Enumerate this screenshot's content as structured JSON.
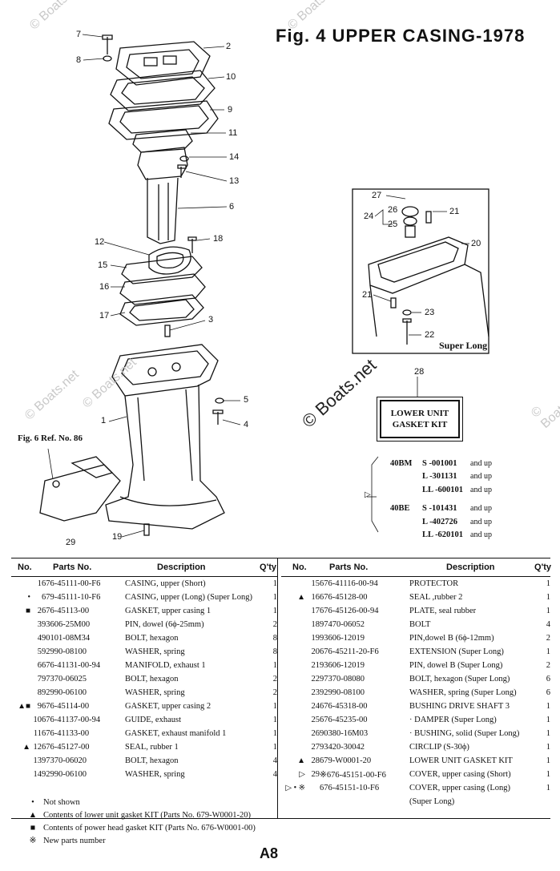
{
  "title": "Fig. 4 UPPER CASING-1978",
  "watermark": "© Boats.net",
  "diagram": {
    "callouts": [
      "7",
      "8",
      "2",
      "10",
      "9",
      "11",
      "14",
      "13",
      "6",
      "18",
      "12",
      "15",
      "16",
      "17",
      "3",
      "1",
      "5",
      "4",
      "19",
      "29",
      "27",
      "26",
      "24",
      "25",
      "21",
      "20",
      "21",
      "23",
      "22",
      "28"
    ],
    "fig6_ref": "Fig. 6 Ref. No. 86",
    "super_long_label": "Super Long",
    "gasket_kit_number": "28",
    "gasket_kit_line1": "LOWER UNIT",
    "gasket_kit_line2": "GASKET KIT",
    "serials": [
      {
        "model": "40BM",
        "code": "S",
        "serial": "-001001",
        "tail": "and up"
      },
      {
        "model": "",
        "code": "L",
        "serial": "-301131",
        "tail": "and up"
      },
      {
        "model": "",
        "code": "LL",
        "serial": "-600101",
        "tail": "and up"
      },
      {
        "model": "40BE",
        "code": "S",
        "serial": "-101431",
        "tail": "and up"
      },
      {
        "model": "",
        "code": "L",
        "serial": "-402726",
        "tail": "and up"
      },
      {
        "model": "",
        "code": "LL",
        "serial": "-620101",
        "tail": "and up"
      }
    ]
  },
  "table": {
    "headers": {
      "no": "No.",
      "parts_no": "Parts No.",
      "description": "Description",
      "qty": "Q'ty"
    },
    "left_rows": [
      {
        "mark": "",
        "no": "1",
        "part": "676-45111-00-F6",
        "desc": "CASING, upper (Short)",
        "qty": "1"
      },
      {
        "mark": "•",
        "no": "",
        "part": "679-45111-10-F6",
        "desc": "CASING, upper (Long) (Super Long)",
        "qty": "1"
      },
      {
        "mark": "■",
        "no": "2",
        "part": "676-45113-00",
        "desc": "GASKET, upper casing 1",
        "qty": "1"
      },
      {
        "mark": "",
        "no": "3",
        "part": "93606-25M00",
        "desc": "PIN, dowel (6ϕ-25mm)",
        "qty": "2"
      },
      {
        "mark": "",
        "no": "4",
        "part": "90101-08M34",
        "desc": "BOLT, hexagon",
        "qty": "8"
      },
      {
        "mark": "",
        "no": "5",
        "part": "92990-08100",
        "desc": "WASHER, spring",
        "qty": "8"
      },
      {
        "mark": "",
        "no": "6",
        "part": "676-41131-00-94",
        "desc": "MANIFOLD, exhaust 1",
        "qty": "1"
      },
      {
        "mark": "",
        "no": "7",
        "part": "97370-06025",
        "desc": "BOLT, hexagon",
        "qty": "2"
      },
      {
        "mark": "",
        "no": "8",
        "part": "92990-06100",
        "desc": "WASHER, spring",
        "qty": "2"
      },
      {
        "mark": "▲■",
        "no": "9",
        "part": "676-45114-00",
        "desc": "GASKET, upper casing 2",
        "qty": "1"
      },
      {
        "mark": "",
        "no": "10",
        "part": "676-41137-00-94",
        "desc": "GUIDE, exhaust",
        "qty": "1"
      },
      {
        "mark": "",
        "no": "11",
        "part": "676-41133-00",
        "desc": "GASKET, exhaust manifold 1",
        "qty": "1"
      },
      {
        "mark": "▲",
        "no": "12",
        "part": "676-45127-00",
        "desc": "SEAL, rubber 1",
        "qty": "1"
      },
      {
        "mark": "",
        "no": "13",
        "part": "97370-06020",
        "desc": "BOLT, hexagon",
        "qty": "4"
      },
      {
        "mark": "",
        "no": "14",
        "part": "92990-06100",
        "desc": "WASHER, spring",
        "qty": "4"
      }
    ],
    "right_rows": [
      {
        "mark": "",
        "no": "15",
        "part": "676-41116-00-94",
        "desc": "PROTECTOR",
        "qty": "1"
      },
      {
        "mark": "▲",
        "no": "16",
        "part": "676-45128-00",
        "desc": "SEAL ,rubber 2",
        "qty": "1"
      },
      {
        "mark": "",
        "no": "17",
        "part": "676-45126-00-94",
        "desc": "PLATE, seal rubber",
        "qty": "1"
      },
      {
        "mark": "",
        "no": "18",
        "part": "97470-06052",
        "desc": "BOLT",
        "qty": "4"
      },
      {
        "mark": "",
        "no": "19",
        "part": "93606-12019",
        "desc": "PIN,dowel B (6ϕ-12mm)",
        "qty": "2"
      },
      {
        "mark": "",
        "no": "20",
        "part": "676-45211-20-F6",
        "desc": "EXTENSION (Super Long)",
        "qty": "1"
      },
      {
        "mark": "",
        "no": "21",
        "part": "93606-12019",
        "desc": "PIN, dowel B (Super Long)",
        "qty": "2"
      },
      {
        "mark": "",
        "no": "22",
        "part": "97370-08080",
        "desc": "BOLT, hexagon (Super Long)",
        "qty": "6"
      },
      {
        "mark": "",
        "no": "23",
        "part": "92990-08100",
        "desc": "WASHER, spring (Super Long)",
        "qty": "6"
      },
      {
        "mark": "",
        "no": "24",
        "part": "676-45318-00",
        "desc": "BUSHING DRIVE SHAFT 3",
        "qty": "1"
      },
      {
        "mark": "",
        "no": "25",
        "part": "676-45235-00",
        "desc": "· DAMPER (Super Long)",
        "qty": "1"
      },
      {
        "mark": "",
        "no": "26",
        "part": "90380-16M03",
        "desc": "· BUSHING, solid (Super Long)",
        "qty": "1"
      },
      {
        "mark": "",
        "no": "27",
        "part": "93420-30042",
        "desc": "CIRCLIP (S-30ϕ)",
        "qty": "1"
      },
      {
        "mark": "▲",
        "no": "28",
        "part": "679-W0001-20",
        "desc": "LOWER UNIT GASKET KIT",
        "qty": "1"
      },
      {
        "mark": "▷",
        "no": "29",
        "part": "※676-45151-00-F6",
        "desc": "COVER, upper casing (Short)",
        "qty": "1"
      },
      {
        "mark": "▷ • ※",
        "no": "",
        "part": "676-45151-10-F6",
        "desc": "COVER, upper casing (Long)",
        "qty": "1"
      },
      {
        "mark": "",
        "no": "",
        "part": "",
        "desc": "(Super Long)",
        "qty": ""
      }
    ]
  },
  "legend": [
    {
      "symbol": "•",
      "text": "Not shown"
    },
    {
      "symbol": "▲",
      "text": "Contents of lower unit gasket KIT (Parts No. 679-W0001-20)"
    },
    {
      "symbol": "■",
      "text": "Contents of power head gasket KIT (Parts No. 676-W0001-00)"
    },
    {
      "symbol": "※",
      "text": "New parts number"
    }
  ],
  "page_number": "A8"
}
